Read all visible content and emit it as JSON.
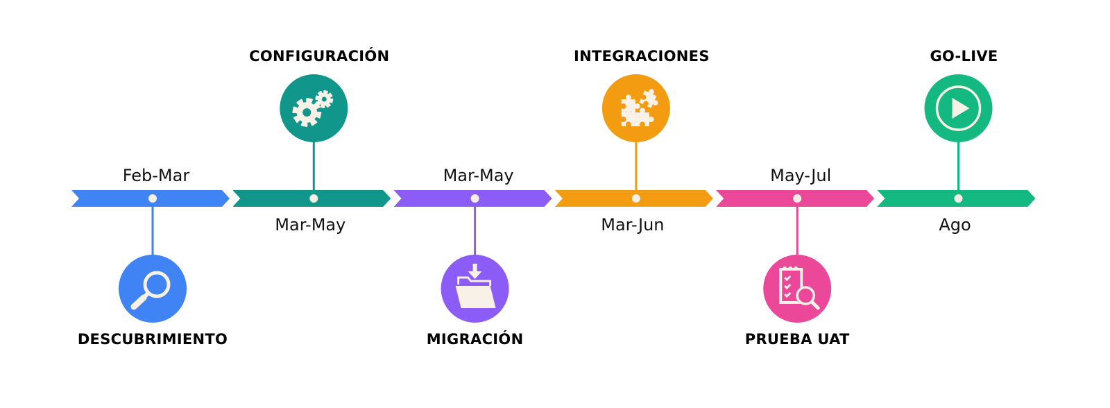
{
  "timeline": {
    "phases": [
      {
        "title": "DESCUBRIMIENTO",
        "dates": "Feb-Mar",
        "color": "#3F83F5",
        "icon": "magnifier-icon",
        "icon_side": "below",
        "date_side": "above"
      },
      {
        "title": "CONFIGURACIÓN",
        "dates": "Mar-May",
        "color": "#10968A",
        "icon": "gears-icon",
        "icon_side": "above",
        "date_side": "below"
      },
      {
        "title": "MIGRACIÓN",
        "dates": "Mar-May",
        "color": "#8B5CF6",
        "icon": "folder-download-icon",
        "icon_side": "below",
        "date_side": "above"
      },
      {
        "title": "INTEGRACIONES",
        "dates": "Mar-Jun",
        "color": "#F39C12",
        "icon": "puzzle-icon",
        "icon_side": "above",
        "date_side": "below"
      },
      {
        "title": "PRUEBA UAT",
        "dates": "May-Jul",
        "color": "#EC4899",
        "icon": "checklist-search-icon",
        "icon_side": "below",
        "date_side": "above"
      },
      {
        "title": "GO-LIVE",
        "dates": "Ago",
        "color": "#13B981",
        "icon": "play-icon",
        "icon_side": "above",
        "date_side": "below"
      }
    ],
    "dot_color": "#F5EFE6",
    "icon_color": "#F7F1E8"
  }
}
